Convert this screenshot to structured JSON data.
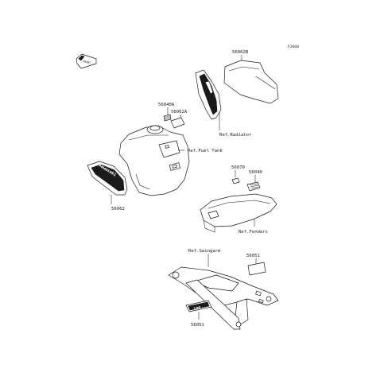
{
  "diagram": {
    "figure_code": "F2660",
    "labels": {
      "p56062B": "56062B",
      "ref_radiator": "Ref.Radiator",
      "p56040A": "56040A",
      "p56062A": "56062A",
      "ref_fuel_tank": "Ref.Fuel Tank",
      "p56062": "56062",
      "p56070": "56070",
      "p56040": "56040",
      "ref_fenders": "Ref.Fenders",
      "ref_swingarm": "Ref.Swingarm",
      "p56051_top": "56051",
      "p56051_bottom": "56051"
    },
    "decals": {
      "tank_brand": "Kawasaki",
      "swingarm_badge": "100"
    },
    "front_marker": "FRONT",
    "colors": {
      "line": "#1a1a1a",
      "background": "#ffffff",
      "decal_fill": "#1a1a1a",
      "label_fill": "#bdbdbd"
    }
  }
}
